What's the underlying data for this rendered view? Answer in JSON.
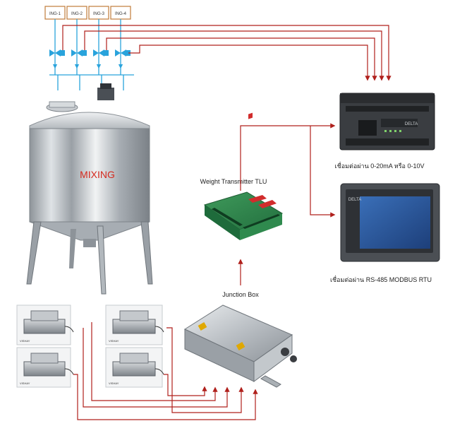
{
  "ingredients": [
    {
      "label": "ING-1"
    },
    {
      "label": "ING-2"
    },
    {
      "label": "ING-3"
    },
    {
      "label": "ING-4"
    }
  ],
  "tank": {
    "label": "MIXING"
  },
  "transmitter": {
    "label": "Weight Transmitter TLU"
  },
  "junction_box": {
    "label": "Junction Box"
  },
  "plc": {
    "label": "เชื่อมต่อผ่าน 0-20mA หรือ 0-10V",
    "brand": "DELTA"
  },
  "hmi": {
    "label": "เชื่อมต่อผ่าน RS-485 MODBUS RTU",
    "brand": "DELTA"
  },
  "load_cells": [
    {
      "tag": "VISHAY"
    },
    {
      "tag": "VISHAY"
    },
    {
      "tag": "VISHAY"
    },
    {
      "tag": "VISHAY"
    }
  ],
  "colors": {
    "signal_line": "#b0201c",
    "pipe_line": "#29a3dc",
    "ing_box_border": "#c07b3a",
    "tank_label": "#d42a1e",
    "valve": "#29a3dc"
  }
}
